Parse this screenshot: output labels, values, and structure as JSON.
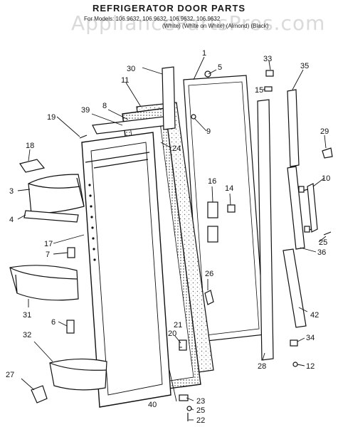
{
  "title": "REFRIGERATOR DOOR PARTS",
  "models_line": "For Models: 106.9632, 106.9632, 106.9632, 106.9632",
  "colors_line": "(White)  (White on White)  (Almond)  (Black)",
  "watermark": "AppliancePartsPros.com",
  "callouts": {
    "c1": "1",
    "c3": "3",
    "c4": "4",
    "c5": "5",
    "c6": "6",
    "c7": "7",
    "c8": "8",
    "c9": "9",
    "c10": "10",
    "c11": "11",
    "c12": "12",
    "c14": "14",
    "c15": "15",
    "c16": "16",
    "c17": "17",
    "c18": "18",
    "c19": "19",
    "c20": "20",
    "c21": "21",
    "c22": "22",
    "c23": "23",
    "c24": "24",
    "c25a": "25",
    "c25b": "25",
    "c26": "26",
    "c27": "27",
    "c28": "28",
    "c29": "29",
    "c30": "30",
    "c31": "31",
    "c32": "32",
    "c33": "33",
    "c34": "34",
    "c35": "35",
    "c36": "36",
    "c39": "39",
    "c40": "40",
    "c42": "42"
  }
}
